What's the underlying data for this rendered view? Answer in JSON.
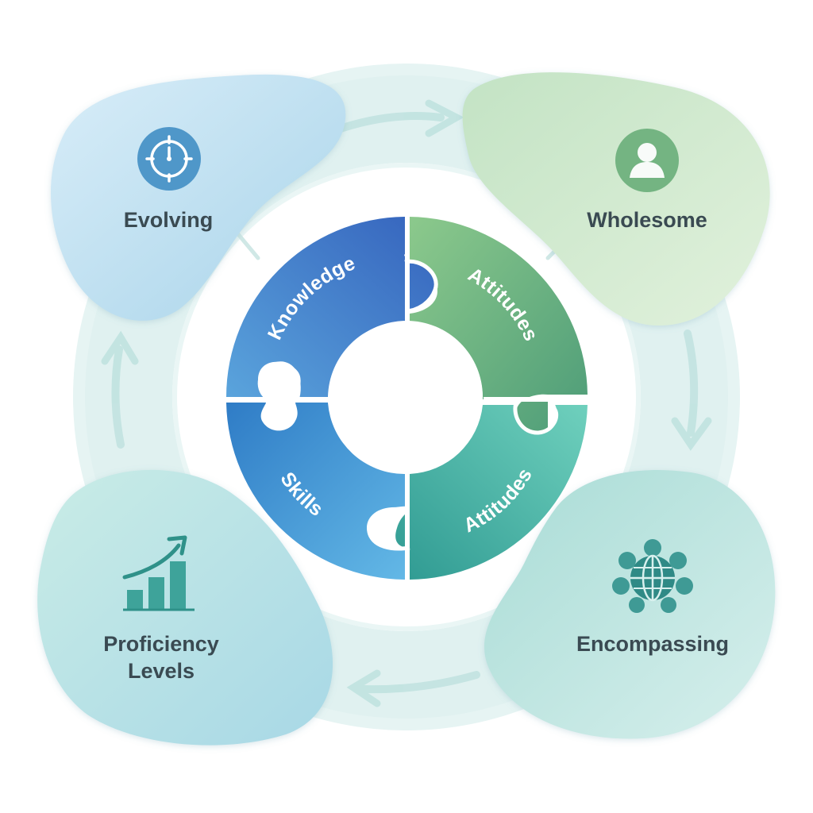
{
  "puzzle": {
    "top_left": "Knowledge",
    "top_right": "Attitudes",
    "bottom_left": "Skills",
    "bottom_right": "Attitudes"
  },
  "blobs": {
    "top_left": {
      "label": "Evolving",
      "icon": "compass-icon"
    },
    "top_right": {
      "label": "Wholesome",
      "icon": "person-icon"
    },
    "bottom_right": {
      "label": "Encompassing",
      "icon": "globe-people-icon"
    },
    "bottom_left": {
      "label_line1": "Proficiency",
      "label_line2": "Levels",
      "icon": "bar-chart-growth-icon"
    }
  },
  "colors": {
    "knowledge": "#3f7fcb",
    "attitudes_top": "#5fa97a",
    "skills": "#3d8cd0",
    "attitudes_bottom": "#43ad9f",
    "blob_blue": "#bfe0ef",
    "blob_green": "#cfe8cf",
    "blob_teal": "#bfe5e3",
    "ring": "#d9efee",
    "label_text": "#3a4a52"
  }
}
